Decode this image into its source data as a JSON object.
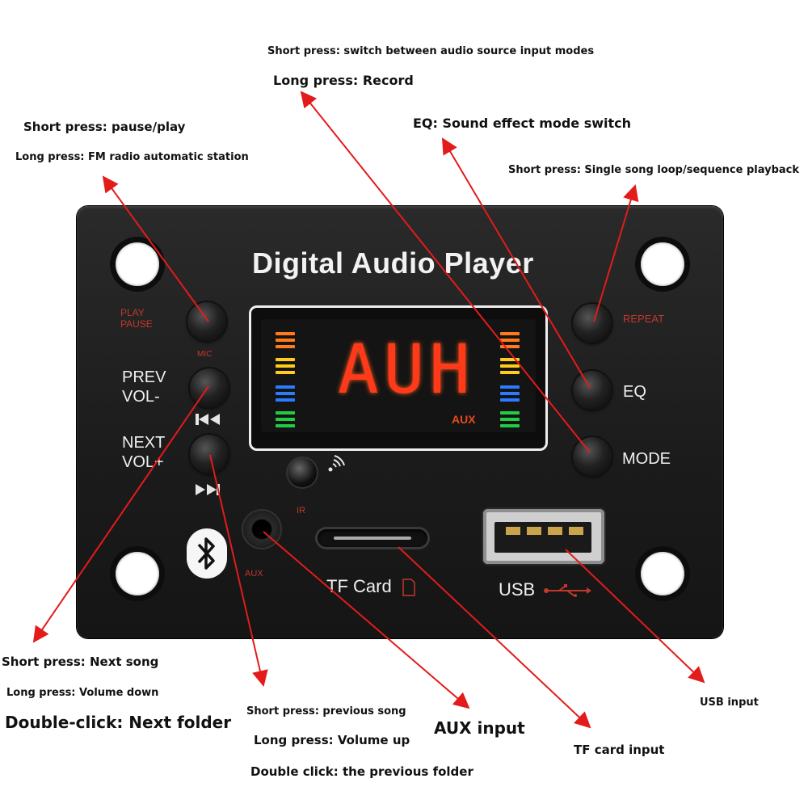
{
  "device": {
    "title": "Digital Audio Player",
    "display_text": "AUH",
    "display_small": "AUX",
    "labels": {
      "play_pause": "PLAY\nPAUSE",
      "mic": "MIC",
      "prev": "PREV\nVOL-",
      "next": "NEXT\nVOL+",
      "repeat": "REPEAT",
      "eq": "EQ",
      "mode": "MODE",
      "ir": "IR",
      "aux": "AUX",
      "tf_card": "TF Card",
      "usb": "USB"
    },
    "colors": {
      "panel": "#1b1b1b",
      "led_red": "#ff3a1a",
      "bar_orange": "#ff7a1a",
      "bar_yellow": "#ffcc1a",
      "bar_blue": "#2a7bff",
      "bar_green": "#22cc44",
      "arrow": "#e31b1b"
    },
    "icons": [
      "prev-track-icon",
      "next-track-icon",
      "bluetooth-icon",
      "ir-signal-icon",
      "sd-card-icon",
      "usb-symbol-icon"
    ]
  },
  "annotations": {
    "mode_short": "Short press: switch between audio source input modes",
    "mode_long": "Long press: Record",
    "eq": "EQ: Sound effect mode switch",
    "repeat": "Short press: Single song loop/sequence playback",
    "play_short": "Short press: pause/play",
    "play_long": "Long press: FM radio automatic station",
    "prev_short": "Short press: Next song",
    "prev_long": "Long press: Volume down",
    "prev_double": "Double-click: Next folder",
    "next_short": "Short press: previous song",
    "next_long": "Long press: Volume up",
    "next_double": "Double click: the previous folder",
    "aux_input": "AUX input",
    "tf_input": "TF card input",
    "usb_input": "USB input"
  }
}
